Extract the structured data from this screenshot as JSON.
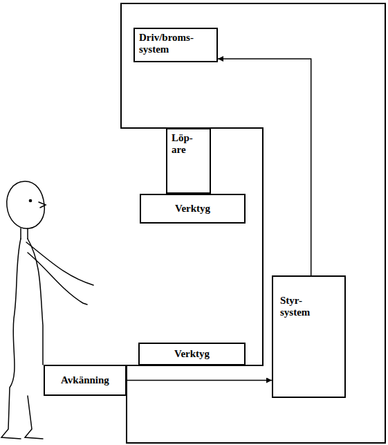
{
  "diagram": {
    "nodes": [
      {
        "text": [
          "Driv/broms- system"
        ]
      },
      {
        "text": [
          "Löp- are"
        ]
      },
      {
        "text": [
          "Verktyg"
        ]
      },
      {
        "text": [
          "Verktyg"
        ]
      },
      {
        "text": [
          "Avkänning"
        ]
      },
      {
        "text": [
          "Styr- system"
        ]
      }
    ],
    "edges": [
      {
        "from": 4,
        "to": 5,
        "arrow": "to"
      },
      {
        "from": 5,
        "to": 0,
        "arrow": "to"
      }
    ]
  }
}
